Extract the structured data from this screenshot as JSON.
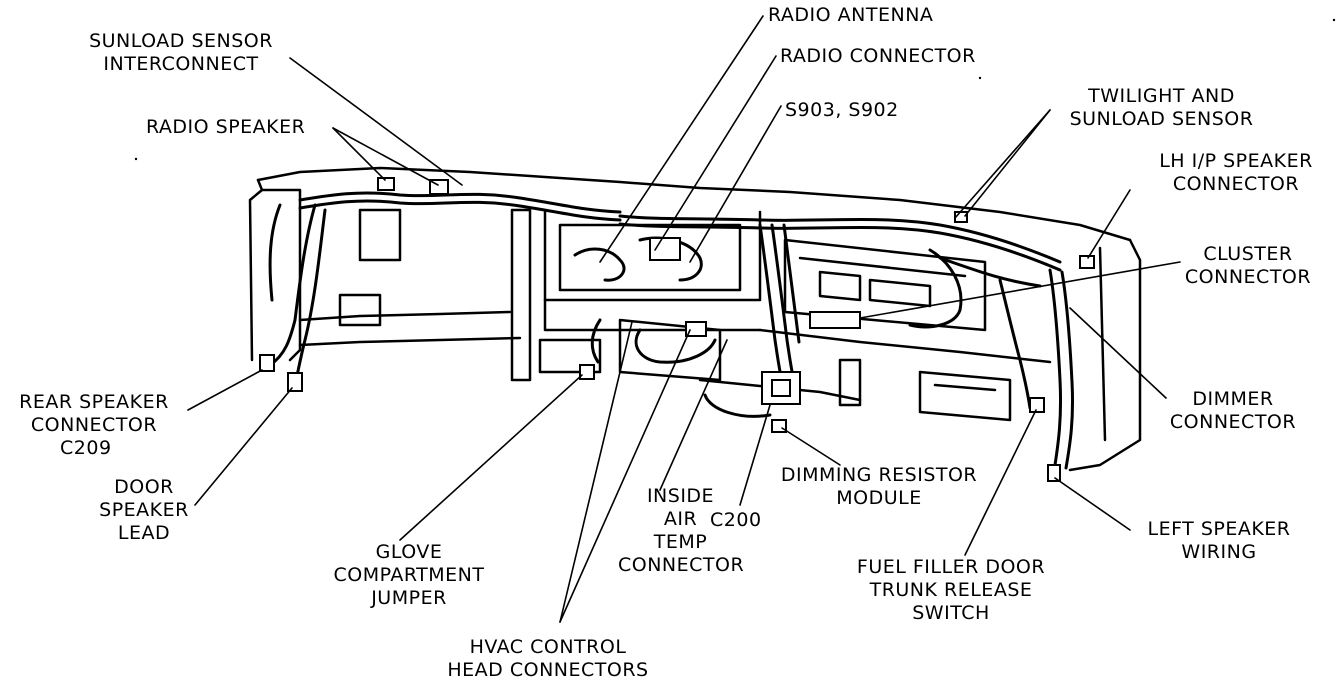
{
  "labels": {
    "sunload_sensor_interconnect": [
      "SUNLOAD SENSOR",
      "INTERCONNECT"
    ],
    "radio_speaker": [
      "RADIO SPEAKER"
    ],
    "radio_antenna": [
      "RADIO ANTENNA"
    ],
    "radio_connector": [
      "RADIO CONNECTOR"
    ],
    "s903_s902": [
      "S903, S902"
    ],
    "twilight_sunload_sensor": [
      "TWILIGHT AND",
      "SUNLOAD SENSOR"
    ],
    "lh_ip_speaker_connector": [
      "LH I/P SPEAKER",
      "CONNECTOR"
    ],
    "cluster_connector": [
      "CLUSTER",
      "CONNECTOR"
    ],
    "dimmer_connector": [
      "DIMMER",
      "CONNECTOR"
    ],
    "rear_speaker_connector": [
      "REAR SPEAKER",
      "CONNECTOR",
      "C209"
    ],
    "door_speaker_lead": [
      "DOOR",
      "SPEAKER",
      "LEAD"
    ],
    "glove_compartment_jumper": [
      "GLOVE",
      "COMPARTMENT",
      "JUMPER"
    ],
    "inside_air_temp_connector": [
      "INSIDE",
      "AIR",
      "TEMP",
      "CONNECTOR"
    ],
    "c200": [
      "C200"
    ],
    "dimming_resistor_module": [
      "DIMMING RESISTOR",
      "MODULE"
    ],
    "fuel_filler_trunk_release": [
      "FUEL FILLER DOOR",
      "TRUNK RELEASE",
      "SWITCH"
    ],
    "left_speaker_wiring": [
      "LEFT SPEAKER",
      "WIRING"
    ],
    "hvac_control_head_connectors": [
      "HVAC CONTROL",
      "HEAD CONNECTORS"
    ]
  }
}
